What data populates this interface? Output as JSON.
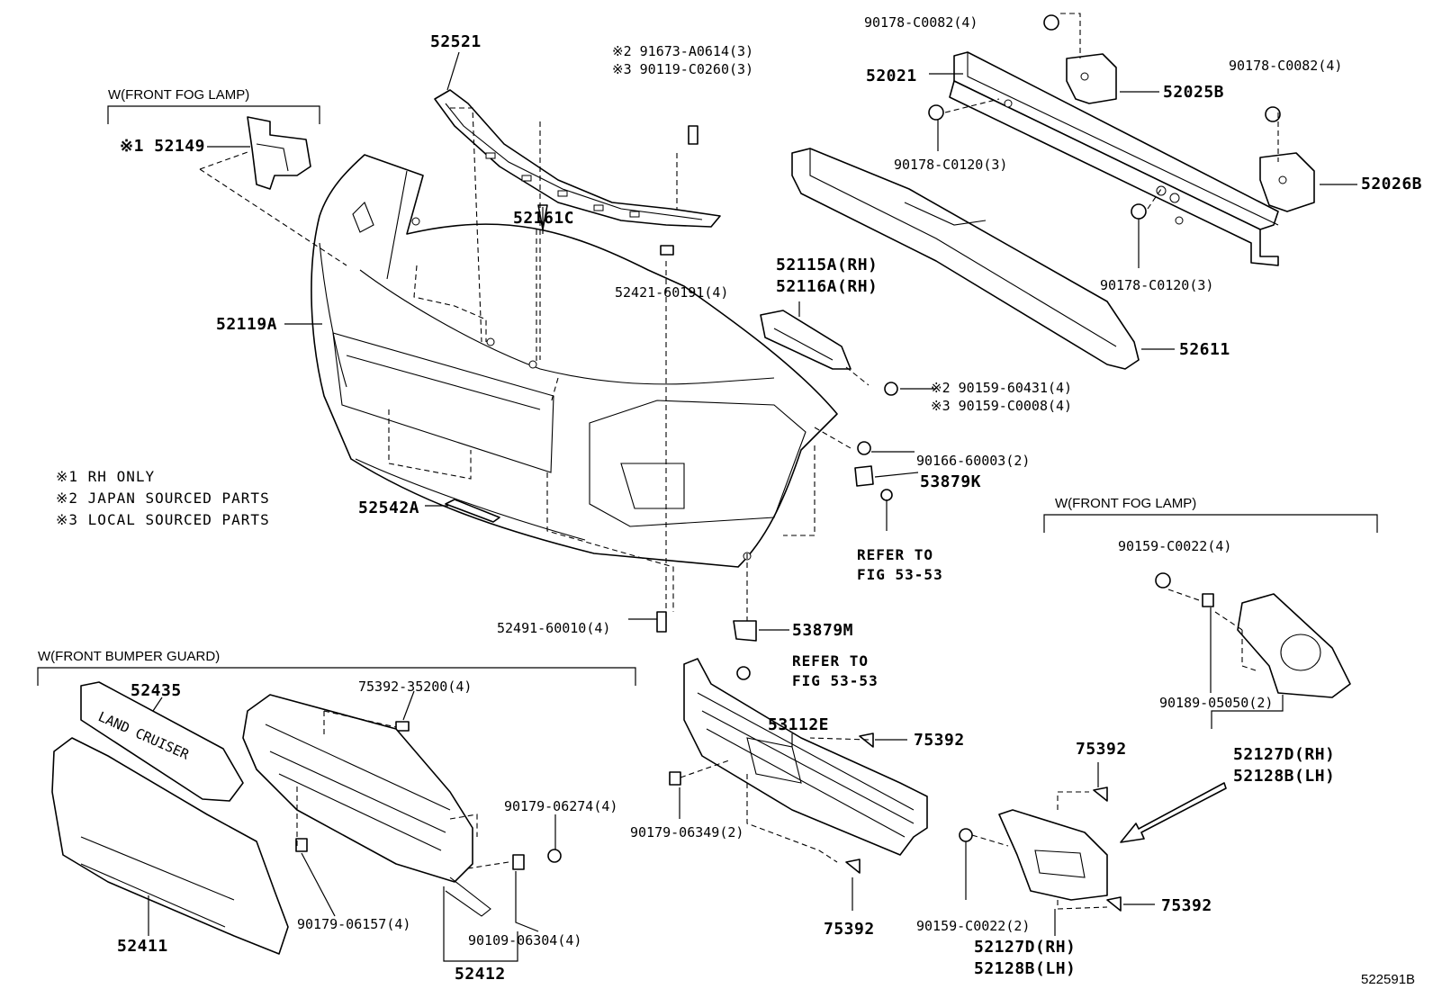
{
  "figure_code": "522591B",
  "notes": [
    "※1 RH ONLY",
    "※2 JAPAN SOURCED PARTS",
    "※3 LOCAL SOURCED PARTS"
  ],
  "groups": {
    "fog_lamp_left": "W(FRONT FOG LAMP)",
    "fog_lamp_right": "W(FRONT FOG LAMP)",
    "bumper_guard": "W(FRONT BUMPER GUARD)"
  },
  "emblem_text": "LAND CRUISER",
  "labels": {
    "p52521": "52521",
    "p91673": "※2 91673-A0614(3)",
    "p90119": "※3 90119-C0260(3)",
    "p90178a": "90178-C0082(4)",
    "p52021": "52021",
    "p52025b": "52025B",
    "p90178b": "90178-C0082(4)",
    "p90178c": "90178-C0120(3)",
    "p52026b": "52026B",
    "p90178d": "90178-C0120(3)",
    "p52149": "※1 52149",
    "p52161c": "52161C",
    "p52421": "52421-60191(4)",
    "p52115a": "52115A(RH)",
    "p52116a": "52116A(RH)",
    "p52611": "52611",
    "p52119a": "52119A",
    "p90159a": "※2 90159-60431(4)",
    "p90159b": "※3 90159-C0008(4)",
    "p90166": "90166-60003(2)",
    "p53879k": "53879K",
    "ref1a": "REFER TO",
    "ref1b": "FIG 53-53",
    "p52542a": "52542A",
    "p52491": "52491-60010(4)",
    "p53879m": "53879M",
    "ref2a": "REFER TO",
    "ref2b": "FIG 53-53",
    "p90159c": "90159-C0022(4)",
    "p90189": "90189-05050(2)",
    "p52127d_a": "52127D(RH)",
    "p52128b_a": "52128B(LH)",
    "p52435": "52435",
    "p75392_35200": "75392-35200(4)",
    "p53112e": "53112E",
    "p75392_a": "75392",
    "p75392_b": "75392",
    "p90179_06274": "90179-06274(4)",
    "p90179_06349": "90179-06349(2)",
    "p90179_06157": "90179-06157(4)",
    "p52411": "52411",
    "p90109": "90109-06304(4)",
    "p52412": "52412",
    "p75392_c": "75392",
    "p90159d": "90159-C0022(2)",
    "p75392_d": "75392",
    "p52127d_b": "52127D(RH)",
    "p52128b_b": "52128B(LH)"
  }
}
